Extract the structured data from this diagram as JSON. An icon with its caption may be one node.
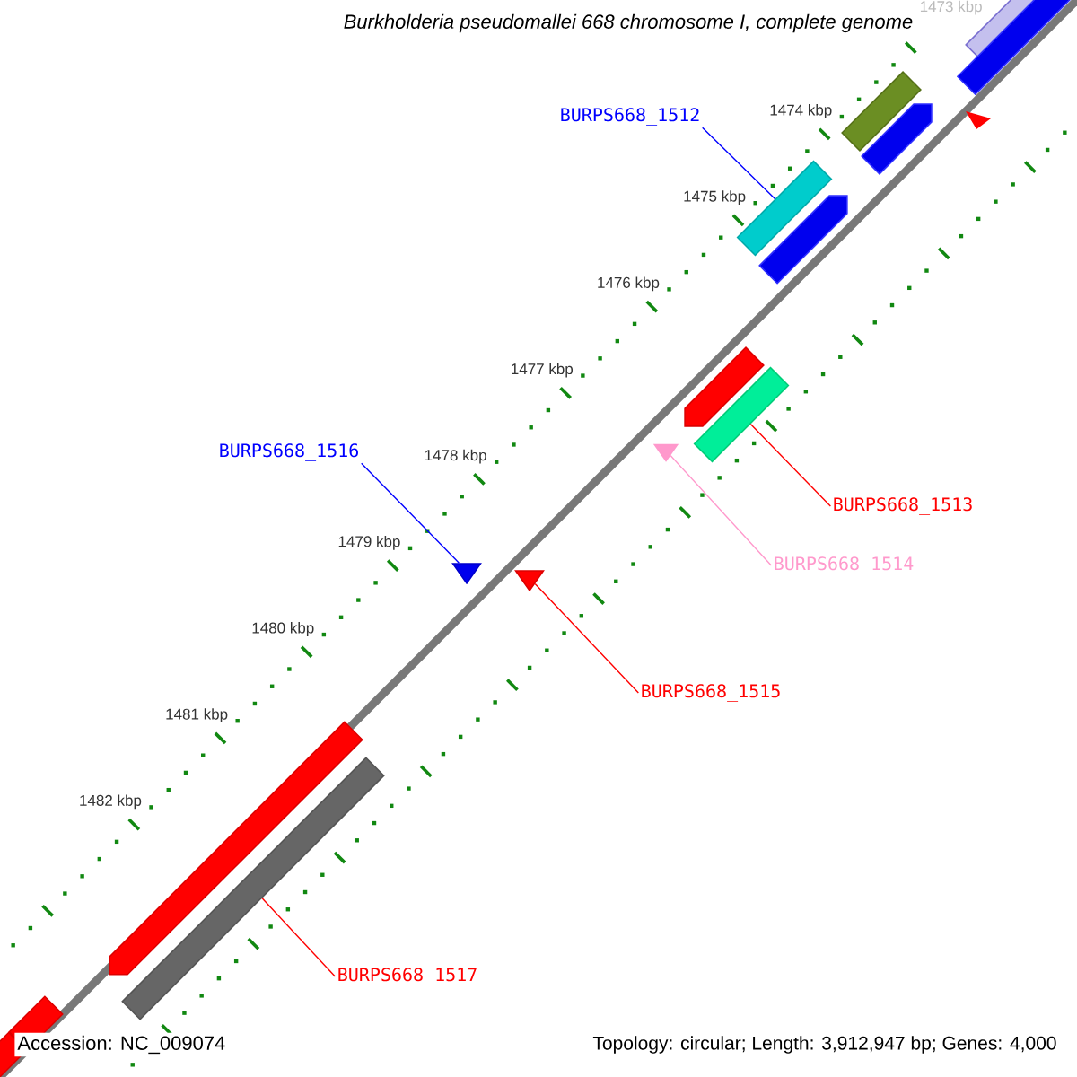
{
  "diagram": {
    "title": "Burkholderia pseudomallei 668 chromosome I, complete genome",
    "nodes": [
      {
        "text": [
          "BURPS668_1512"
        ]
      },
      {
        "text": [
          "BURPS668_1513"
        ]
      },
      {
        "text": [
          "BURPS668_1514"
        ]
      },
      {
        "text": [
          "BURPS668_1515"
        ]
      },
      {
        "text": [
          "BURPS668_1516"
        ]
      },
      {
        "text": [
          "BURPS668_1517"
        ]
      },
      {
        "text": [],
        "shape": "box"
      },
      {
        "text": [],
        "shape": "box"
      },
      {
        "text": [],
        "shape": "triangle"
      },
      {
        "text": [],
        "shape": "arrow"
      },
      {
        "text": [],
        "shape": "arrow"
      },
      {
        "text": [],
        "shape": "bar"
      }
    ],
    "edges": [
      {
        "from": 0,
        "to": 6,
        "arrow": "none",
        "color": "#0000ff"
      },
      {
        "from": 1,
        "to": 7,
        "arrow": "none",
        "color": "#ff0000"
      },
      {
        "from": 2,
        "to": 8,
        "arrow": "none",
        "color": "#ff99cc"
      },
      {
        "from": 3,
        "to": 10,
        "arrow": "none",
        "color": "#ff0000"
      },
      {
        "from": 4,
        "to": 9,
        "arrow": "none",
        "color": "#0000ff"
      },
      {
        "from": 5,
        "to": 11,
        "arrow": "none",
        "color": "#ff0000"
      }
    ],
    "labels": [
      "1473 kbp",
      "1474 kbp",
      "1475 kbp",
      "1476 kbp",
      "1477 kbp",
      "1478 kbp",
      "1479 kbp",
      "1480 kbp",
      "1481 kbp",
      "1482 kbp",
      "Accession: NC_009074",
      "Topology: circular; Length: 3,912,947 bp; Genes: 4,000"
    ]
  }
}
